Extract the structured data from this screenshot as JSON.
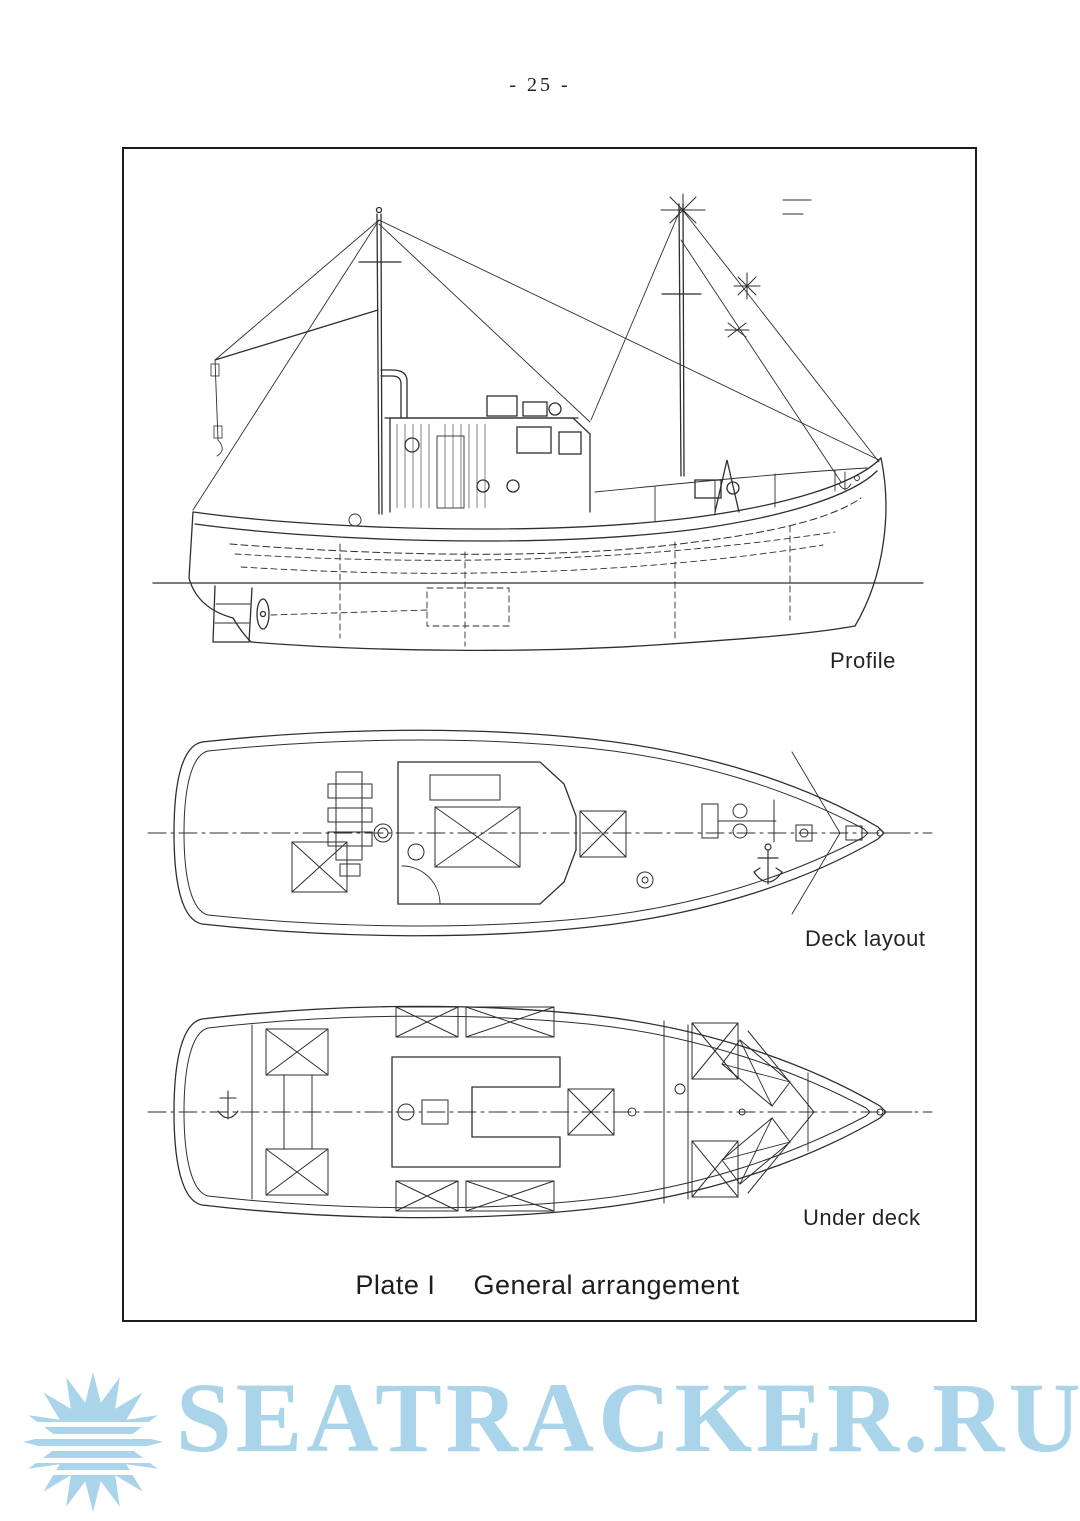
{
  "document": {
    "page_number": "- 25 -"
  },
  "plate": {
    "view_labels": {
      "profile": "Profile",
      "deck_layout": "Deck layout",
      "under_deck": "Under deck"
    },
    "caption": {
      "plate_label": "Plate I",
      "title": "General arrangement"
    }
  },
  "watermark": {
    "text": "SEATRACKER.RU",
    "color": "#a9d4e9"
  },
  "colors": {
    "ink": "#2e2e2e",
    "paper": "#ffffff",
    "frame_border": "#1c1c1c",
    "watermark_blue": "#a9d4e9"
  }
}
